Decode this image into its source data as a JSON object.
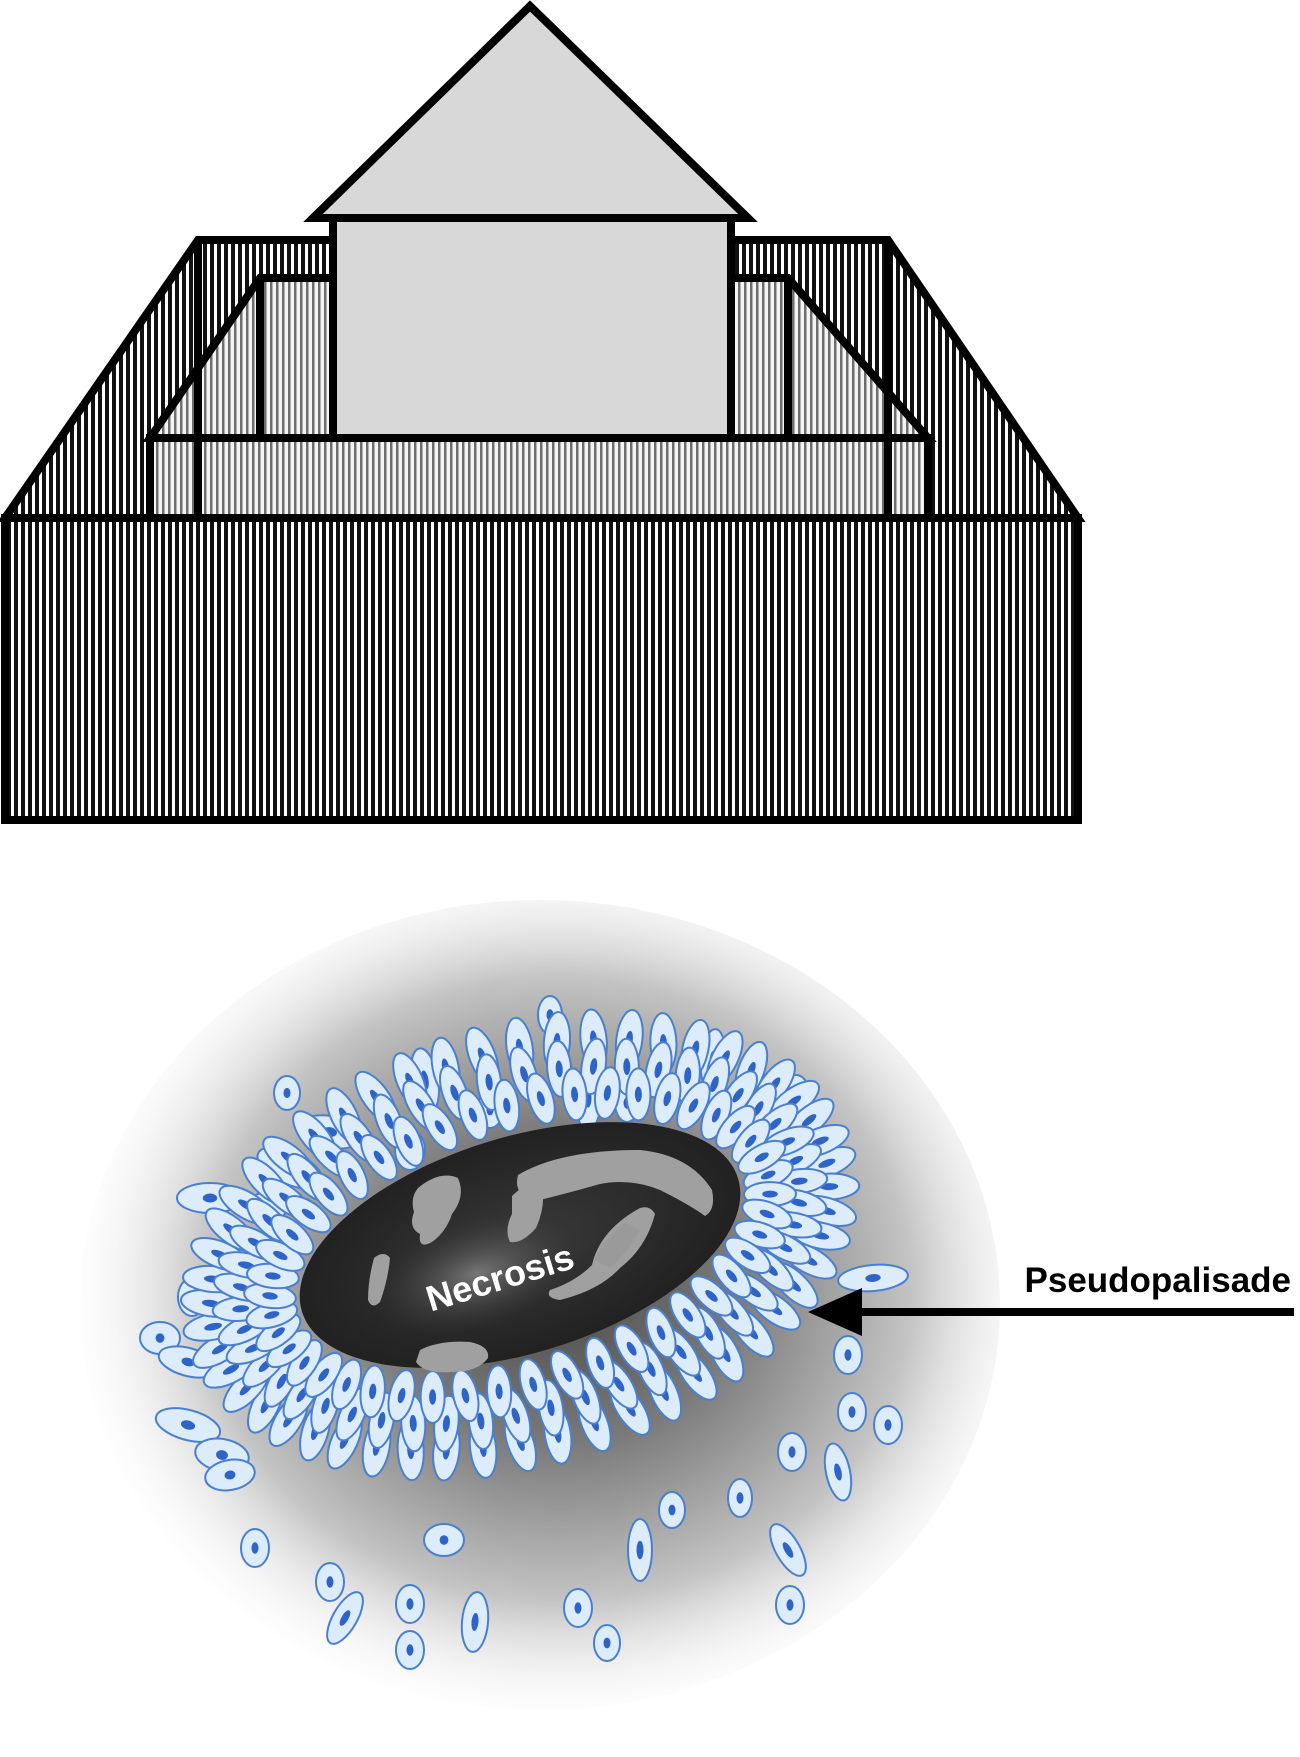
{
  "diagram": {
    "top_panel": {
      "subject": "palisade-fence-with-house",
      "colors": {
        "outline": "#000000",
        "house_fill": "#d8d8d8",
        "stripe_dark": "#111111",
        "stripe_light": "#ffffff"
      }
    },
    "bottom_panel": {
      "labels": {
        "center": "Necrosis",
        "pointer": "Pseudopalisade"
      },
      "colors": {
        "cell_fill": "#dcecfb",
        "cell_border": "#4a7fd0",
        "nucleus": "#2e63c8",
        "necrosis_core": "#2a2a2a",
        "debris": "#a0a0a0",
        "halo_inner": "#5c5c5c",
        "label_text_light": "#ffffff",
        "label_text_dark": "#000000"
      }
    }
  }
}
